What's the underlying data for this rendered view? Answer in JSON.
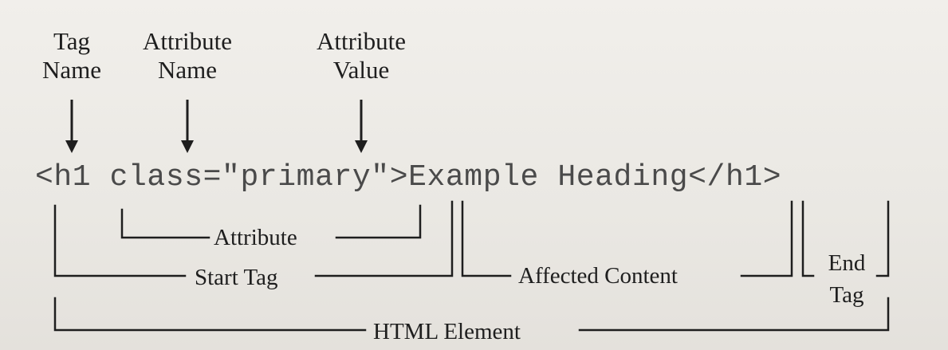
{
  "top_labels": {
    "tag_name": [
      "Tag",
      "Name"
    ],
    "attribute_name": [
      "Attribute",
      "Name"
    ],
    "attribute_value": [
      "Attribute",
      "Value"
    ]
  },
  "code": {
    "start_open": "<h1",
    "attribute": "class=\"primary\"",
    "start_close": ">",
    "content": "Example Heading",
    "end_tag": "</h1>"
  },
  "brackets": {
    "attribute": "Attribute",
    "start_tag": "Start Tag",
    "affected_content": "Affected Content",
    "end_tag": [
      "End",
      "Tag"
    ],
    "html_element": "HTML Element"
  },
  "colors": {
    "ink": "#1e1e1e",
    "code": "#4a4a4a",
    "paper": "#eeece8"
  }
}
